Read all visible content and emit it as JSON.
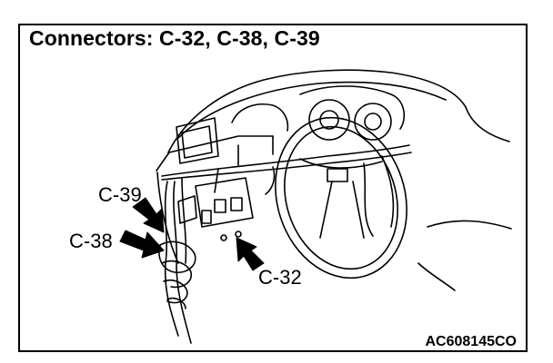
{
  "title": "Connectors: C-32, C-38, C-39",
  "labels": {
    "c39": "C-39",
    "c38": "C-38",
    "c32": "C-32"
  },
  "figure_code": "AC608145CO",
  "colors": {
    "ink": "#000000",
    "paper": "#ffffff"
  },
  "icons": [
    "arrow-icon"
  ]
}
